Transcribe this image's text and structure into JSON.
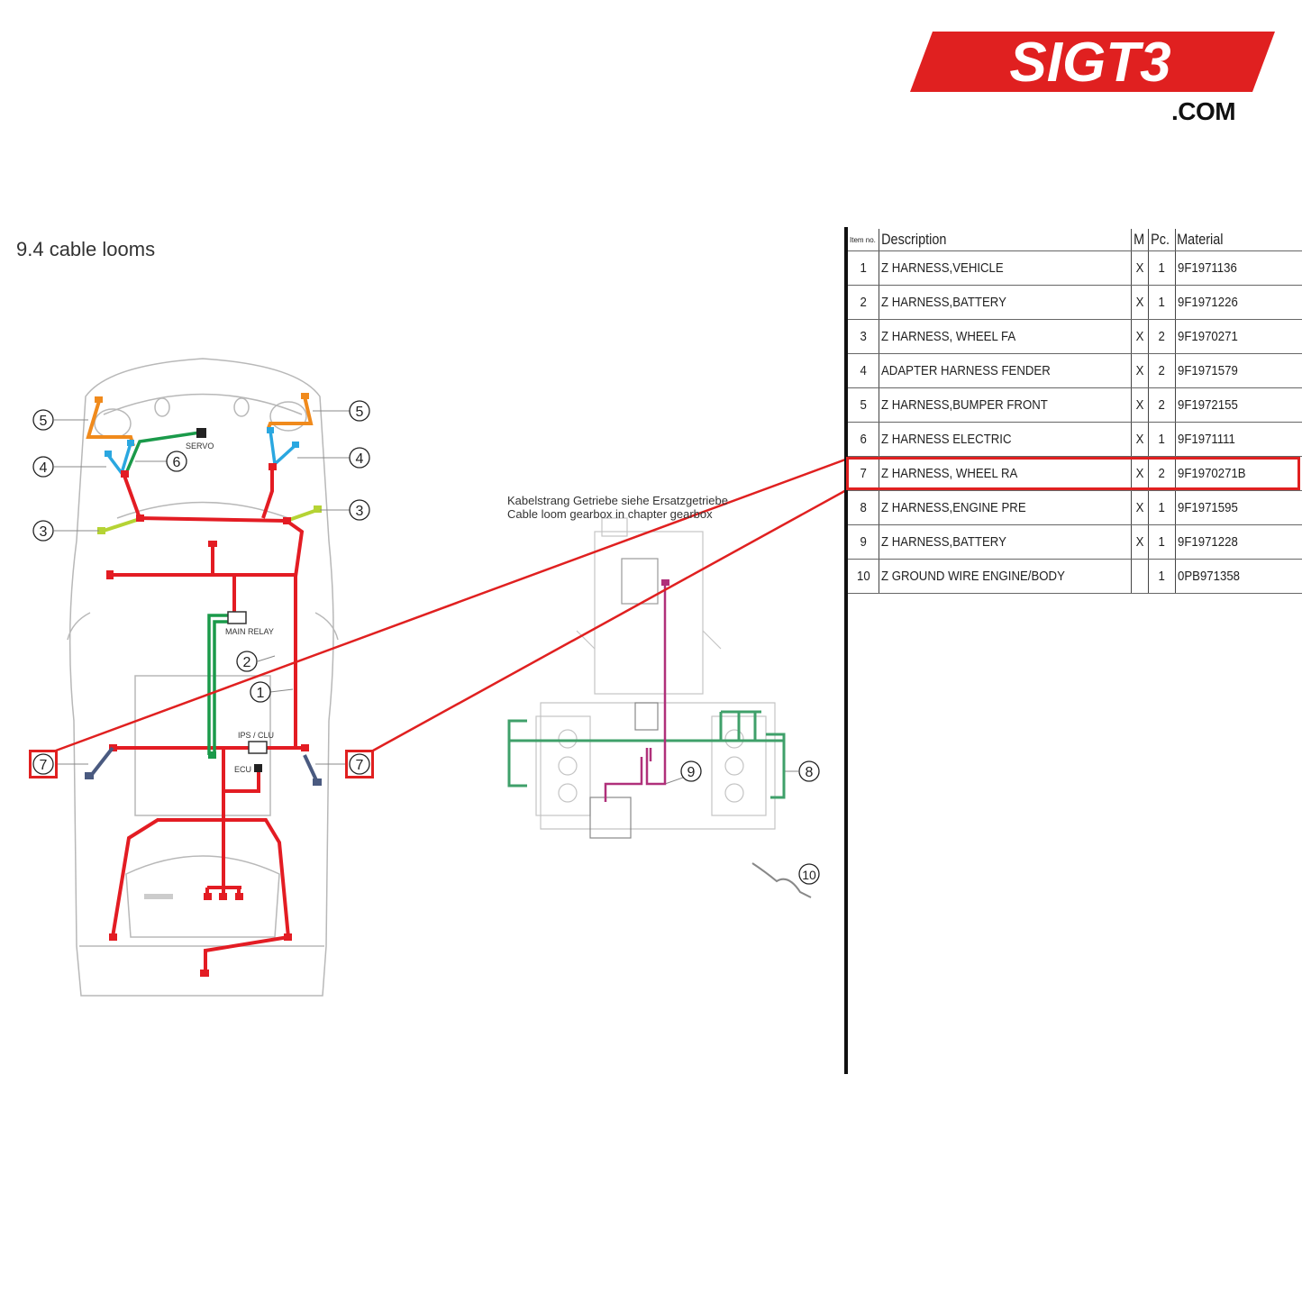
{
  "logo": {
    "brand": "SIGT3",
    "suffix": ".COM",
    "color": "#e02020"
  },
  "section_title": "9.4  cable looms",
  "diagram_labels": {
    "servo": "SERVO",
    "main_relay": "MAIN RELAY",
    "ips_clu": "IPS / CLU",
    "ecu": "ECU"
  },
  "gearbox_note": {
    "line1": "Kabelstrang Getriebe siehe Ersatzgetriebe",
    "line2": "Cable loom gearbox in chapter gearbox"
  },
  "callouts": [
    "1",
    "2",
    "3",
    "4",
    "5",
    "6",
    "7",
    "8",
    "9",
    "10"
  ],
  "table": {
    "headers": {
      "item": "Item no.",
      "description": "Description",
      "m": "M",
      "pc": "Pc.",
      "material": "Material"
    },
    "rows": [
      {
        "item": "1",
        "description": "Z HARNESS,VEHICLE",
        "m": "X",
        "pc": "1",
        "material": "9F1971136"
      },
      {
        "item": "2",
        "description": "Z HARNESS,BATTERY",
        "m": "X",
        "pc": "1",
        "material": "9F1971226"
      },
      {
        "item": "3",
        "description": "Z HARNESS, WHEEL FA",
        "m": "X",
        "pc": "2",
        "material": "9F1970271"
      },
      {
        "item": "4",
        "description": "ADAPTER HARNESS FENDER",
        "m": "X",
        "pc": "2",
        "material": "9F1971579"
      },
      {
        "item": "5",
        "description": "Z HARNESS,BUMPER FRONT",
        "m": "X",
        "pc": "2",
        "material": "9F1972155"
      },
      {
        "item": "6",
        "description": "Z HARNESS ELECTRIC",
        "m": "X",
        "pc": "1",
        "material": "9F1971111"
      },
      {
        "item": "7",
        "description": "Z HARNESS, WHEEL RA",
        "m": "X",
        "pc": "2",
        "material": "9F1970271B"
      },
      {
        "item": "8",
        "description": "Z HARNESS,ENGINE PRE",
        "m": "X",
        "pc": "1",
        "material": "9F1971595"
      },
      {
        "item": "9",
        "description": "Z HARNESS,BATTERY",
        "m": "X",
        "pc": "1",
        "material": "9F1971228"
      },
      {
        "item": "10",
        "description": "Z GROUND WIRE ENGINE/BODY",
        "m": "",
        "pc": "1",
        "material": "0PB971358"
      }
    ],
    "highlighted_item": "7"
  },
  "colors": {
    "highlight": "#e02020",
    "harness_vehicle": "#e31c23",
    "harness_battery": "#1a9a4a",
    "harness_wheel_fa": "#b5d334",
    "adapter_fender": "#2aa7e0",
    "bumper_front": "#f08a1c",
    "wheel_ra": "#4a5a80",
    "engine_pre": "#3fa06a",
    "battery_gearbox": "#b0307a"
  }
}
